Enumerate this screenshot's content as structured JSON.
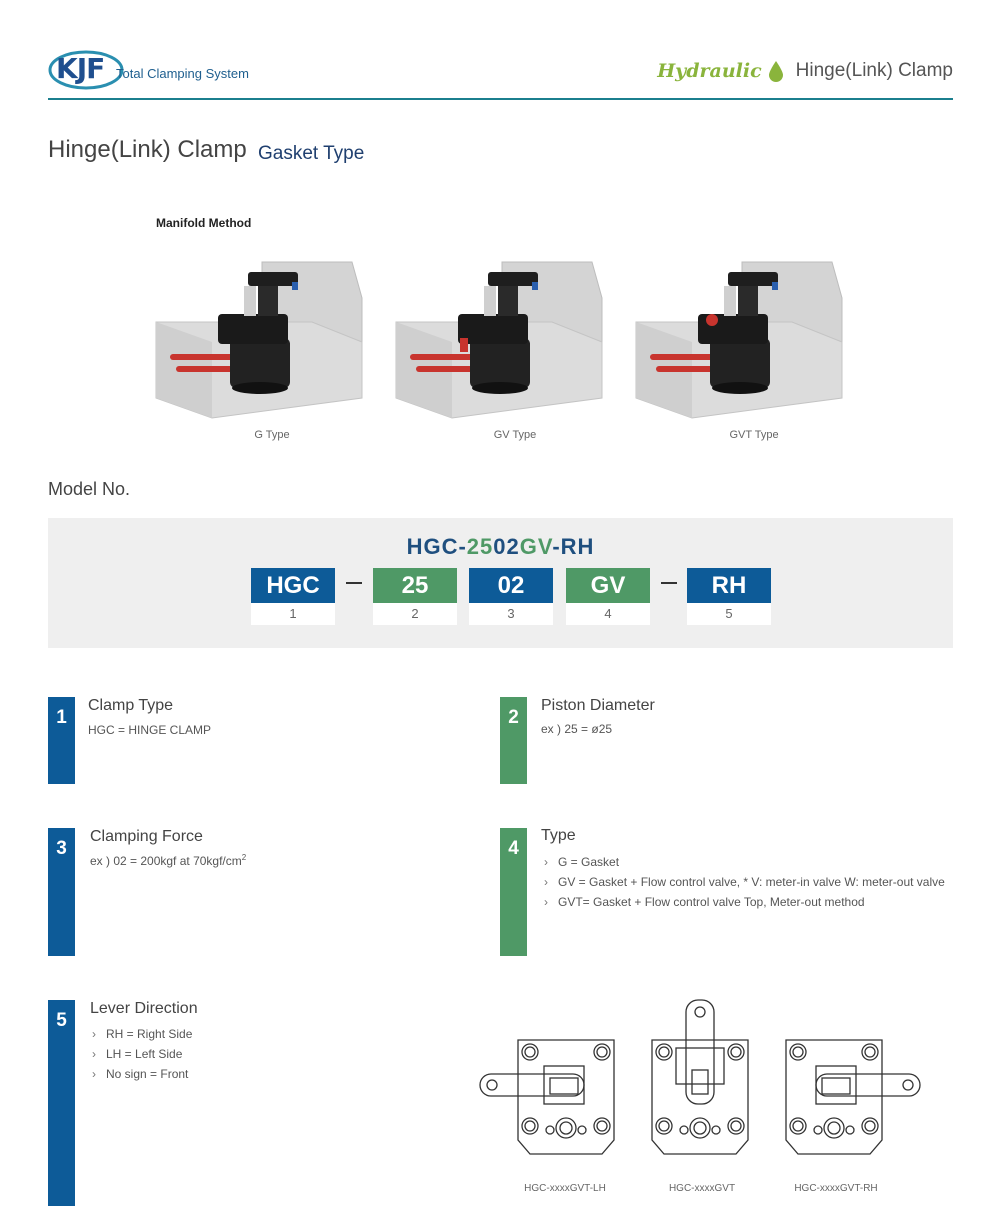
{
  "header": {
    "logo_text": "KJF",
    "logo_sub": "Total Clamping System",
    "category": "Hydraulic",
    "product": "Hinge(Link) Clamp"
  },
  "title": {
    "main": "Hinge(Link) Clamp",
    "sub": "Gasket Type"
  },
  "manifold": {
    "label": "Manifold Method",
    "images": [
      {
        "caption": "G Type"
      },
      {
        "caption": "GV Type"
      },
      {
        "caption": "GVT Type"
      }
    ]
  },
  "model": {
    "heading": "Model No.",
    "code_parts": [
      "HGC",
      "-",
      "25",
      "02",
      "GV",
      "-",
      "RH"
    ],
    "segments": [
      {
        "code": "HGC",
        "num": "1"
      },
      {
        "code": "25",
        "num": "2"
      },
      {
        "code": "02",
        "num": "3"
      },
      {
        "code": "GV",
        "num": "4"
      },
      {
        "code": "RH",
        "num": "5"
      }
    ],
    "colors": {
      "blue": "#0d5b98",
      "green": "#4f9966"
    }
  },
  "sections": {
    "s1": {
      "num": "1",
      "title": "Clamp Type",
      "text": "HGC = HINGE CLAMP"
    },
    "s2": {
      "num": "2",
      "title": "Piston Diameter",
      "text": "ex ) 25 = ø25"
    },
    "s3": {
      "num": "3",
      "title": "Clamping Force",
      "text": "ex ) 02 = 200kgf at 70kgf/cm",
      "sup": "2"
    },
    "s4": {
      "num": "4",
      "title": "Type",
      "items": [
        "G = Gasket",
        "GV = Gasket + Flow control valve, * V: meter-in valve  W: meter-out valve",
        "GVT= Gasket + Flow control valve Top, Meter-out method"
      ]
    },
    "s5": {
      "num": "5",
      "title": "Lever Direction",
      "items": [
        "RH = Right Side",
        "LH = Left Side",
        "No sign = Front"
      ]
    }
  },
  "drawings": [
    {
      "caption": "HGC-xxxxGVT-LH"
    },
    {
      "caption": "HGC-xxxxGVT"
    },
    {
      "caption": "HGC-xxxxGVT-RH"
    }
  ]
}
